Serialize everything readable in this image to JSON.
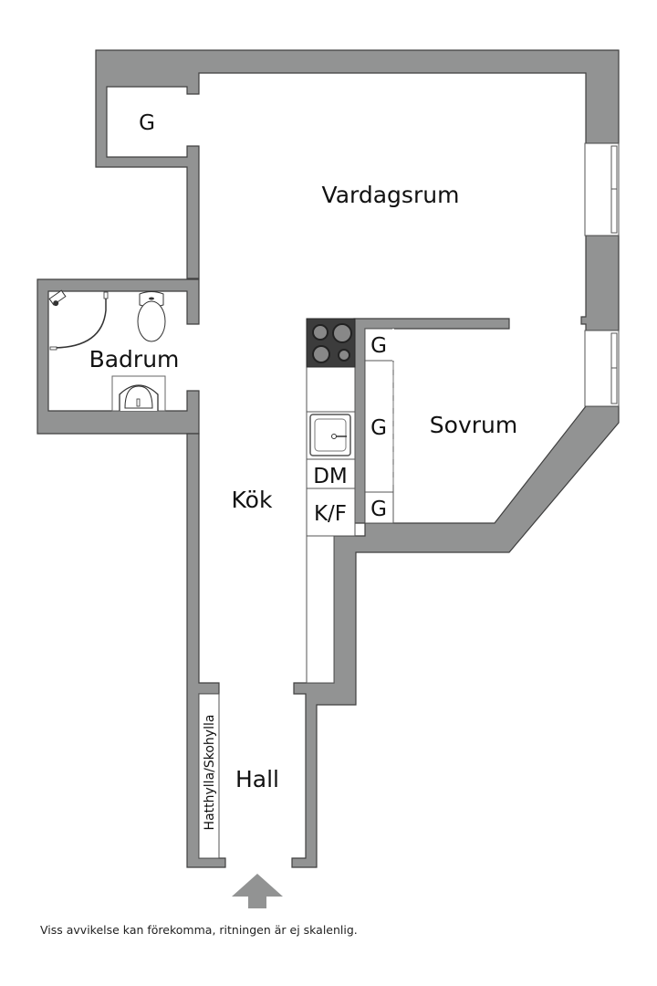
{
  "plan": {
    "rooms": {
      "vardagsrum": "Vardagsrum",
      "badrum": "Badrum",
      "kok": "Kök",
      "sovrum": "Sovrum",
      "hall": "Hall"
    },
    "fixtures": {
      "closet_top_left": "G",
      "wardrobe_top": "G",
      "wardrobe_middle": "G",
      "wardrobe_bottom": "G",
      "dishwasher": "DM",
      "fridge_freezer": "K/F",
      "hat_shoe_shelf": "Hatthylla/Skohylla"
    },
    "icons": [
      "stove-icon",
      "kitchen-sink-icon",
      "toilet-icon",
      "bathroom-sink-icon",
      "shower-icon",
      "entrance-arrow-icon",
      "window-icon"
    ],
    "colors": {
      "wall": "#929393",
      "wall_outline": "#3f3f3f",
      "stove": "#3c3c3c"
    }
  },
  "footer": {
    "disclaimer": "Viss avvikelse kan förekomma, ritningen är ej skalenlig."
  }
}
